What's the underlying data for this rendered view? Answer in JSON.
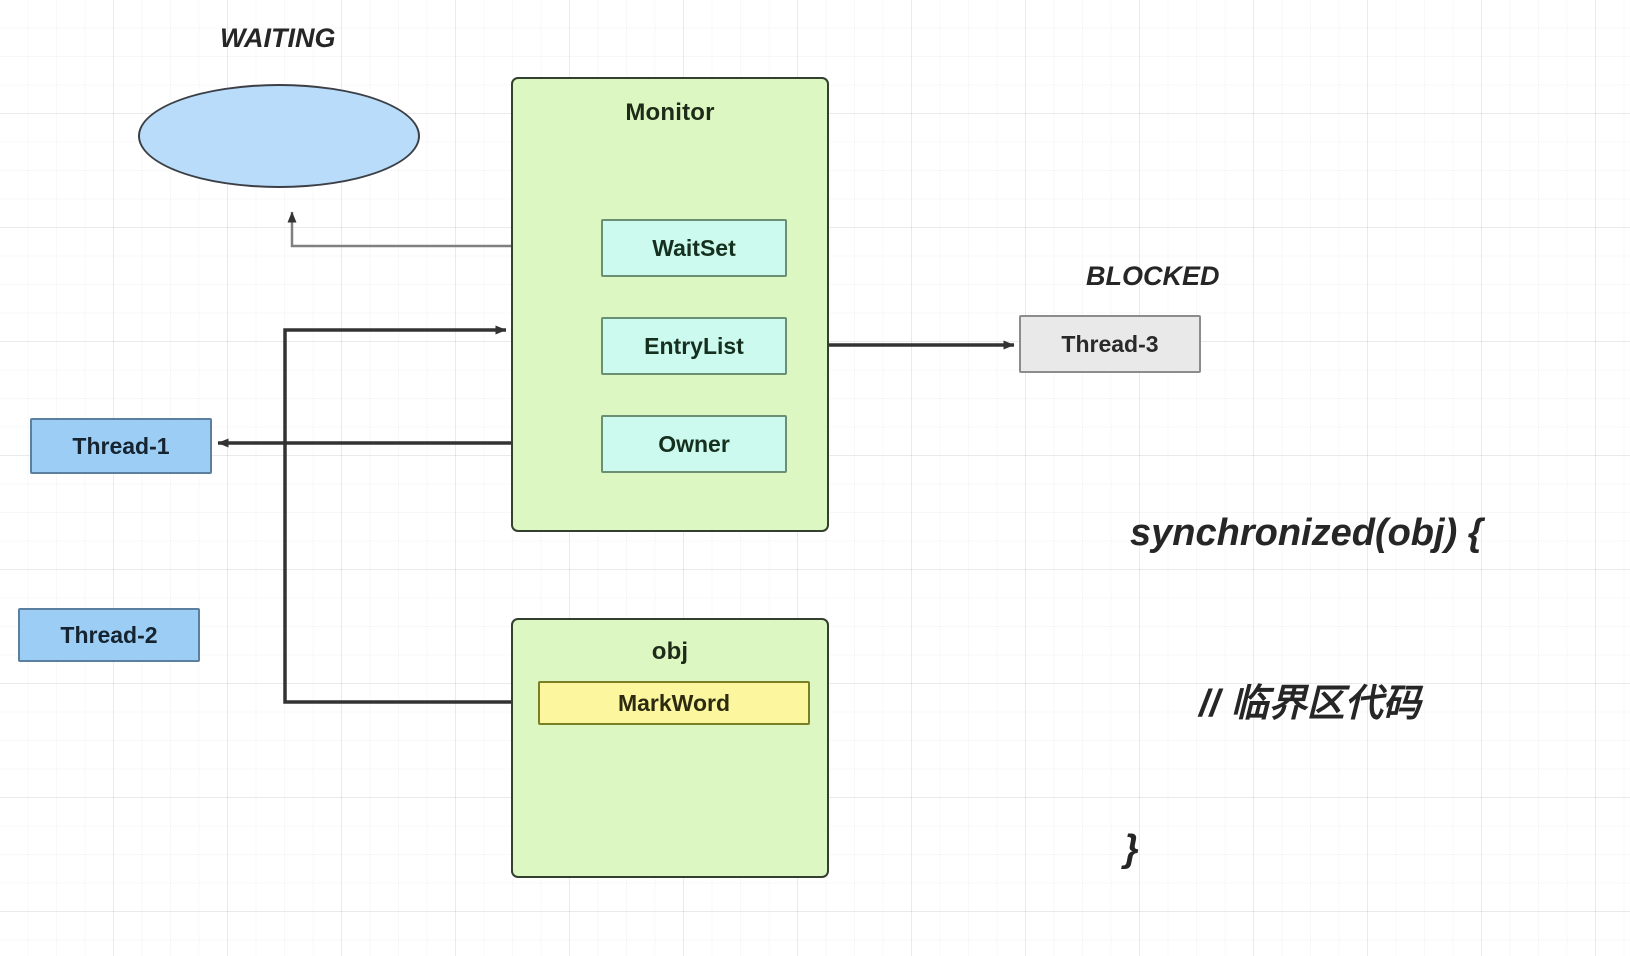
{
  "diagram": {
    "title": "Java Monitor (synchronized) object layout",
    "background": "graph-paper-grid",
    "colors": {
      "container_fill": "#ddf7c2",
      "container_stroke": "#33402f",
      "inner_fill": "#ccfaef",
      "inner_stroke": "#6b8f72",
      "markword_fill": "#fcf79e",
      "markword_stroke": "#7a7f24",
      "thread_fill": "#9ccdf5",
      "thread_stroke": "#5b7f9e",
      "blocked_thread_fill": "#e9e9e9",
      "blocked_thread_stroke": "#8c8c8c",
      "ellipse_fill": "#b9dcfa",
      "ellipse_stroke": "#3b3f46",
      "arrow_dark": "#333333",
      "arrow_light": "#808080"
    },
    "state_labels": [
      {
        "id": "waiting",
        "text": "WAITING"
      },
      {
        "id": "blocked",
        "text": "BLOCKED"
      }
    ],
    "shapes": {
      "waiting_ellipse": {
        "label": ""
      },
      "monitor": {
        "title": "Monitor",
        "fields": [
          {
            "id": "waitset",
            "label": "WaitSet"
          },
          {
            "id": "entrylist",
            "label": "EntryList"
          },
          {
            "id": "owner",
            "label": "Owner"
          }
        ]
      },
      "obj": {
        "title": "obj",
        "fields": [
          {
            "id": "markword",
            "label": "MarkWord"
          }
        ]
      },
      "threads": [
        {
          "id": "thread-1",
          "label": "Thread-1",
          "state": "owner"
        },
        {
          "id": "thread-2",
          "label": "Thread-2",
          "state": "new"
        },
        {
          "id": "thread-3",
          "label": "Thread-3",
          "state": "blocked"
        }
      ]
    },
    "code_snippet": {
      "line1": "synchronized(obj) {",
      "line2": "// 临界区代码",
      "line3": "}"
    },
    "edges": [
      {
        "id": "waitset-to-waiting",
        "from": "waitset",
        "to": "waiting_ellipse",
        "style": "thin-gray"
      },
      {
        "id": "markword-to-entrylist",
        "from": "markword",
        "to": "entrylist",
        "style": "thick-dark"
      },
      {
        "id": "owner-to-thread1",
        "from": "owner",
        "to": "thread-1",
        "style": "thick-dark"
      },
      {
        "id": "entrylist-to-thread3",
        "from": "entrylist",
        "to": "thread-3",
        "style": "thick-dark"
      }
    ]
  }
}
